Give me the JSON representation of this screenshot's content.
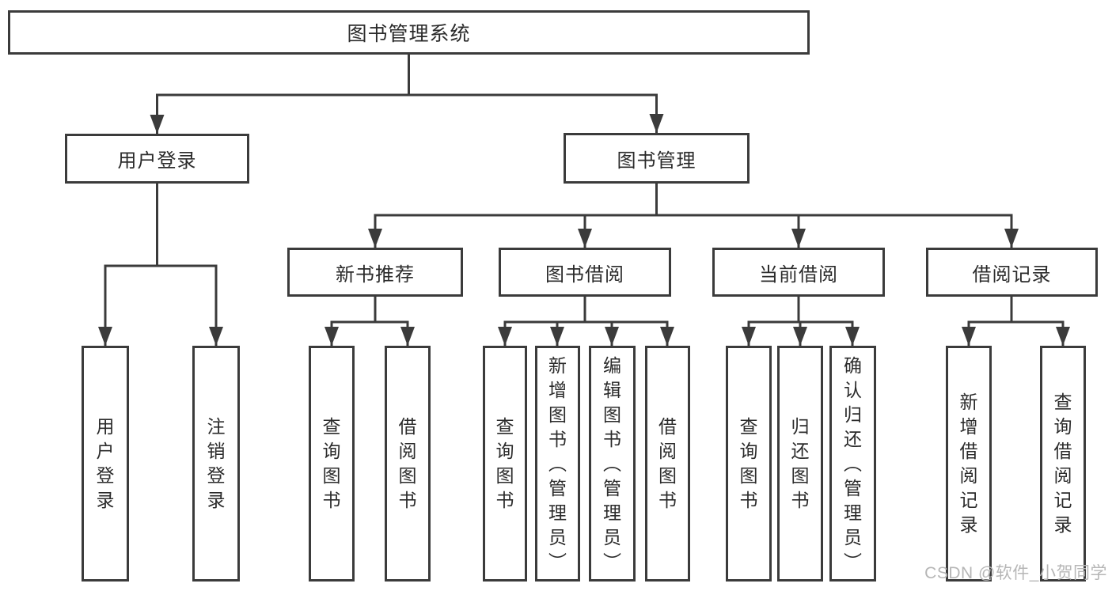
{
  "tree": {
    "label": "图书管理系统",
    "children": [
      {
        "label": "用户登录",
        "children": [
          {
            "label": "用户登录"
          },
          {
            "label": "注销登录"
          }
        ]
      },
      {
        "label": "图书管理",
        "children": [
          {
            "label": "新书推荐",
            "children": [
              {
                "label": "查询图书"
              },
              {
                "label": "借阅图书"
              }
            ]
          },
          {
            "label": "图书借阅",
            "children": [
              {
                "label": "查询图书"
              },
              {
                "label": "新增图书（管理员）"
              },
              {
                "label": "编辑图书（管理员）"
              },
              {
                "label": "借阅图书"
              }
            ]
          },
          {
            "label": "当前借阅",
            "children": [
              {
                "label": "查询图书"
              },
              {
                "label": "归还图书"
              },
              {
                "label": "确认归还（管理员）"
              }
            ]
          },
          {
            "label": "借阅记录",
            "children": [
              {
                "label": "新增借阅记录"
              },
              {
                "label": "查询借阅记录"
              }
            ]
          }
        ]
      }
    ]
  },
  "watermark": "CSDN @软件_小贺同学",
  "colors": {
    "line": "#3b3b3b",
    "text": "#2b2b2b",
    "background": "#ffffff",
    "watermark": "#b6b6b6"
  }
}
